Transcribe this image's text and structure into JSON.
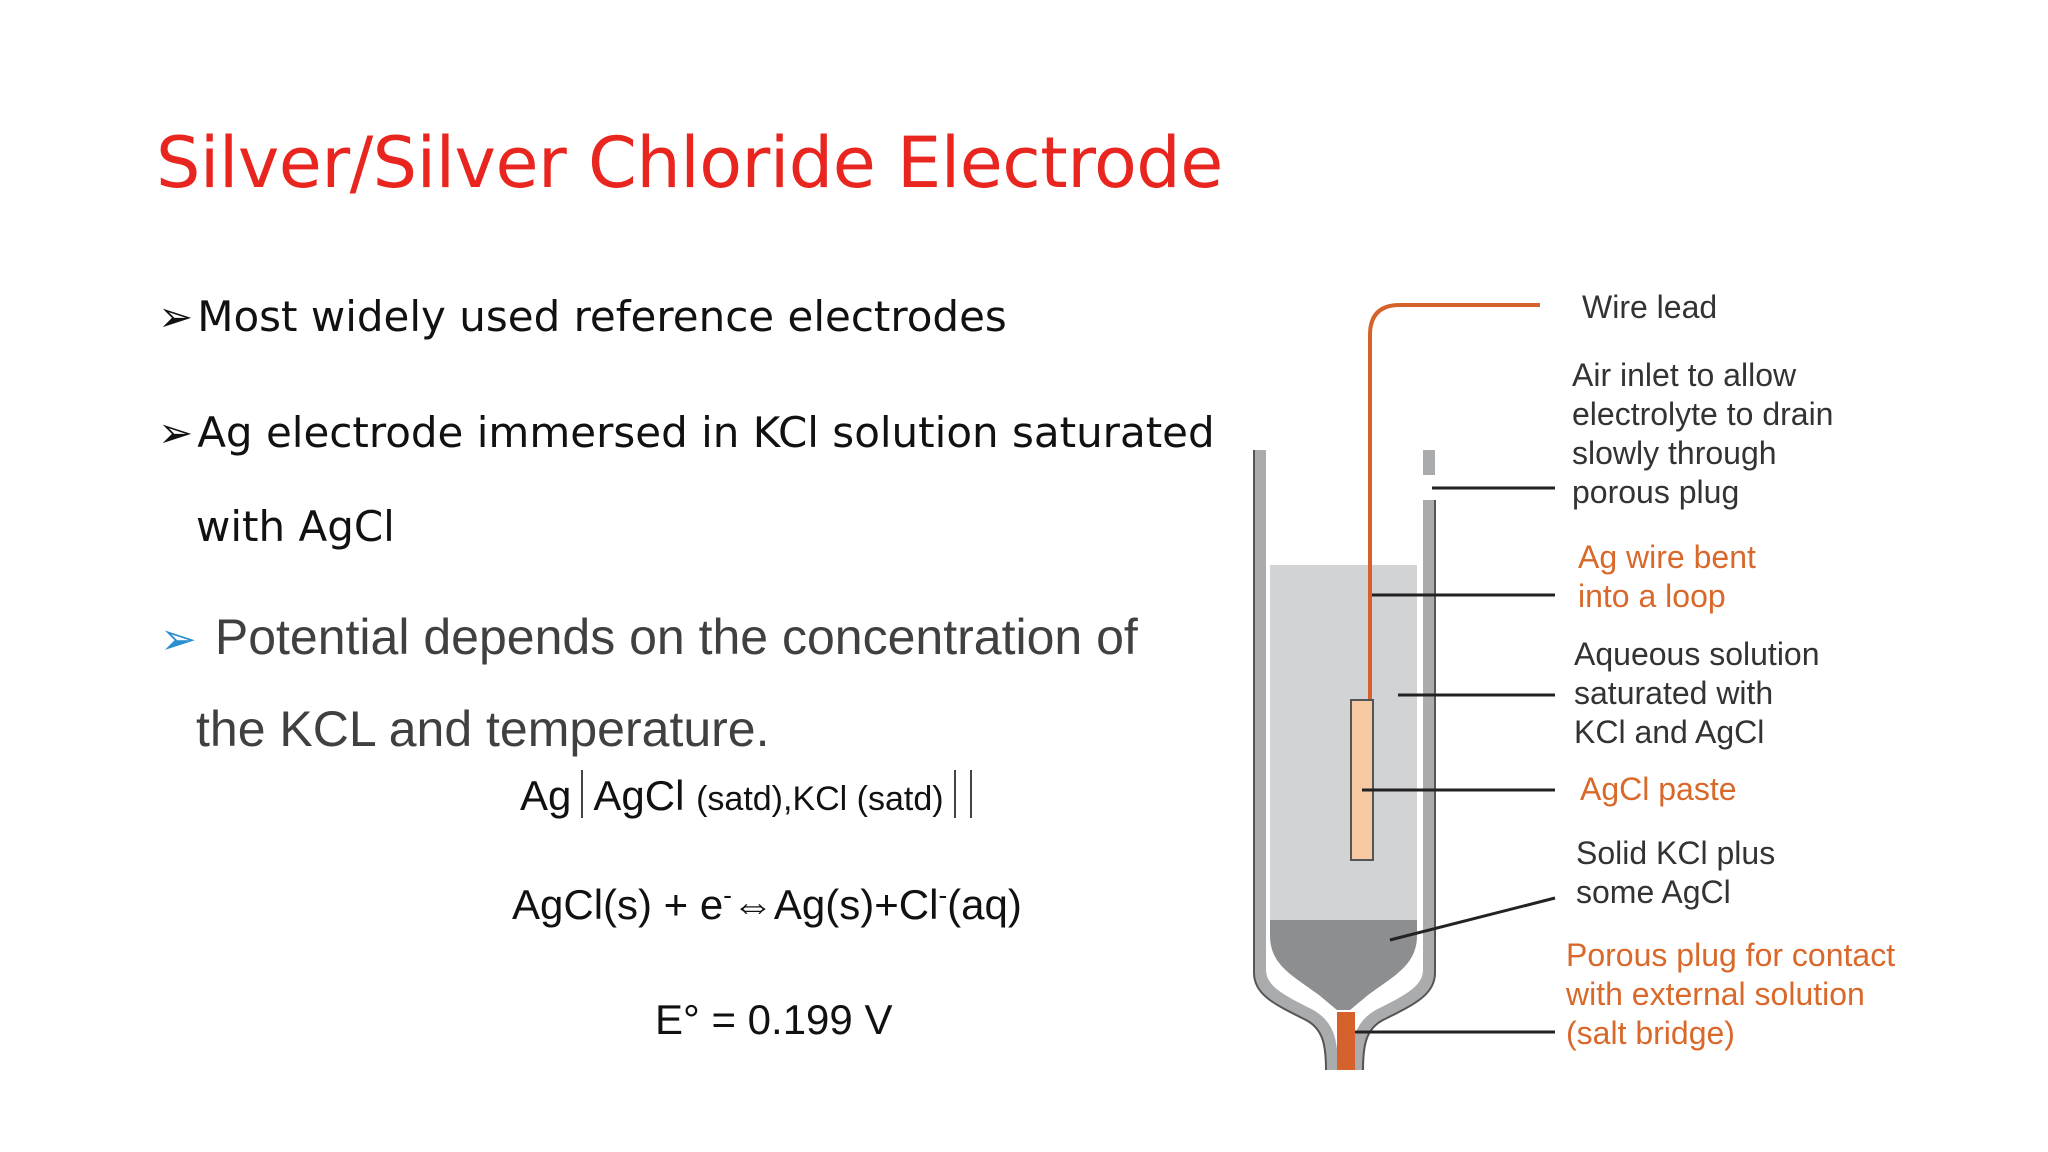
{
  "slide": {
    "title": "Silver/Silver Chloride Electrode",
    "bullets": [
      {
        "marker": "➢",
        "text": "Most widely used reference electrodes"
      },
      {
        "marker": "➢",
        "text": "Ag electrode immersed in KCl solution saturated",
        "continuation": "with AgCl"
      },
      {
        "marker": "➢",
        "text": "Potential depends on the concentration of",
        "continuation": "the KCL and temperature."
      }
    ],
    "equations": {
      "cell_ag": "Ag",
      "cell_agcl": "AgCl",
      "cell_rest": "(satd),KCl (satd)",
      "reaction_left": "AgCl(s) + e",
      "reaction_sup1": "-",
      "reaction_arrow": "⇔",
      "reaction_mid": "Ag(s)+Cl",
      "reaction_sup2": "-",
      "reaction_right": "(aq)",
      "potential": "E° = 0.199 V"
    },
    "diagram": {
      "labels": {
        "wire_lead": "Wire lead",
        "air_inlet": [
          "Air inlet to allow",
          "electrolyte to drain",
          "slowly through",
          "porous plug"
        ],
        "ag_wire": [
          "Ag wire bent",
          "into a loop"
        ],
        "aqueous": [
          "Aqueous solution",
          "saturated with",
          "KCl and AgCl"
        ],
        "agcl_paste": "AgCl paste",
        "solid_kcl": [
          "Solid KCl plus",
          "some AgCl"
        ],
        "porous_plug": [
          "Porous plug for contact",
          "with external solution",
          "(salt bridge)"
        ]
      },
      "colors": {
        "wire": "#d4622a",
        "paste": "#f6c9a3",
        "solution": "#d2d3d5",
        "solid": "#8d8e90",
        "glass": "#a9abad",
        "label_orange": "#d9692b",
        "title_red": "#e8261f",
        "bullet_blue": "#2a8fd0"
      }
    }
  }
}
